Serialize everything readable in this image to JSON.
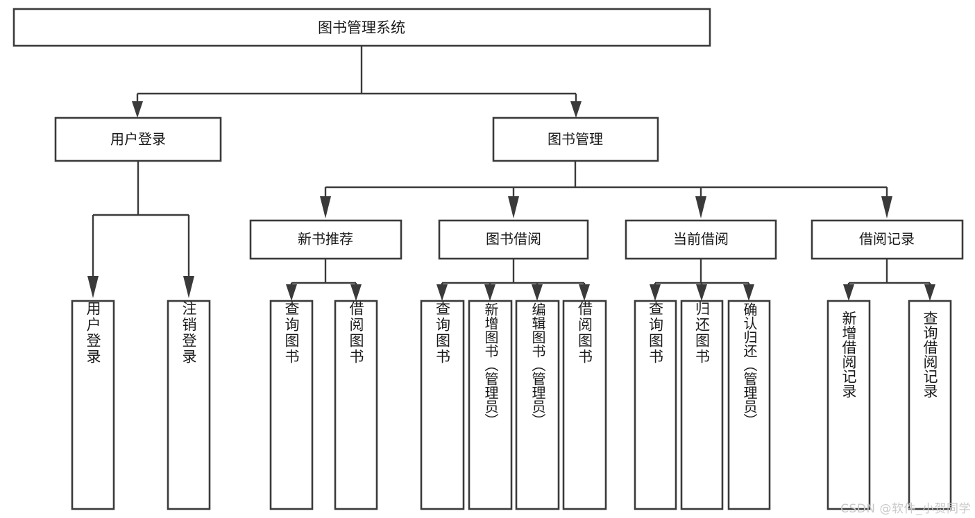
{
  "diagram": {
    "type": "tree",
    "orientation": "top-down",
    "title_node": {
      "id": "root",
      "label": "图书管理系统"
    },
    "level2": [
      {
        "id": "user-login",
        "label": "用户登录"
      },
      {
        "id": "book-manage",
        "label": "图书管理"
      }
    ],
    "level3": [
      {
        "id": "new-book-rec",
        "label": "新书推荐",
        "parent": "book-manage"
      },
      {
        "id": "book-borrow",
        "label": "图书借阅",
        "parent": "book-manage"
      },
      {
        "id": "current-borrow",
        "label": "当前借阅",
        "parent": "book-manage"
      },
      {
        "id": "borrow-record",
        "label": "借阅记录",
        "parent": "book-manage"
      }
    ],
    "leaves": {
      "user-login": [
        {
          "id": "leaf-user-login",
          "label": "用户登录"
        },
        {
          "id": "leaf-logout",
          "label": "注销登录"
        }
      ],
      "new-book-rec": [
        {
          "id": "leaf-query-book-1",
          "label": "查询图书"
        },
        {
          "id": "leaf-borrow-book-1",
          "label": "借阅图书"
        }
      ],
      "book-borrow": [
        {
          "id": "leaf-query-book-2",
          "label": "查询图书"
        },
        {
          "id": "leaf-add-book",
          "label": "新增图书（管理员）"
        },
        {
          "id": "leaf-edit-book",
          "label": "编辑图书（管理员）"
        },
        {
          "id": "leaf-borrow-book-2",
          "label": "借阅图书"
        }
      ],
      "current-borrow": [
        {
          "id": "leaf-query-book-3",
          "label": "查询图书"
        },
        {
          "id": "leaf-return-book",
          "label": "归还图书"
        },
        {
          "id": "leaf-confirm-return",
          "label": "确认归还（管理员）"
        }
      ],
      "borrow-record": [
        {
          "id": "leaf-add-record",
          "label": "新增借阅记录"
        },
        {
          "id": "leaf-query-record",
          "label": "查询借阅记录"
        }
      ]
    },
    "colors": {
      "stroke": "#3a3a3a",
      "fill": "#ffffff",
      "text": "#1a1a1a",
      "watermark": "#c9c9c9"
    }
  },
  "watermark": {
    "text": "CSDN @软件_小贺同学"
  }
}
